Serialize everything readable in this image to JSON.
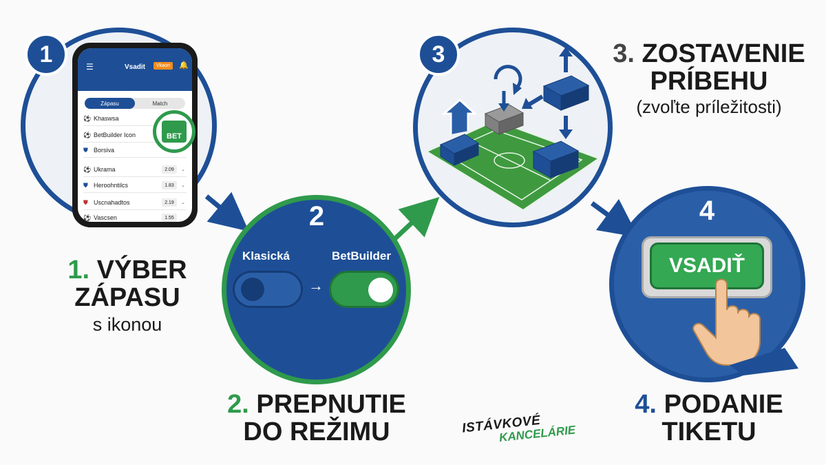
{
  "steps": [
    {
      "badge": "1",
      "title_num": "1.",
      "title_l1": "VÝBER",
      "title_l2": "ZÁPASU",
      "subtitle": "s ikonou"
    },
    {
      "badge": "2",
      "title_num": "2.",
      "title_l1": "PREPNUTIE",
      "title_l2": "DO REŽIMU"
    },
    {
      "badge": "3",
      "title_num": "3.",
      "title_l1": "ZOSTAVENIE",
      "title_l2": "PRÍBEHU",
      "subtitle": "(zvoľte príležitosti)"
    },
    {
      "badge": "4",
      "title_num": "4.",
      "title_l1": "PODANIE",
      "title_l2": "TIKETU"
    }
  ],
  "phone": {
    "header_title": "Vsadit",
    "header_button": "Vkaon",
    "tabs": [
      "Zápasu",
      "Match"
    ],
    "rows": [
      {
        "name": "Khaswsa",
        "odd": ""
      },
      {
        "name": "BetBuilder Icon",
        "odd": ""
      },
      {
        "name": "Borsiva",
        "odd": ""
      },
      {
        "name": "Ukrama",
        "odd": "2.09"
      },
      {
        "name": "Heroohntilcs",
        "odd": "1.83"
      },
      {
        "name": "Uscnahadtos",
        "odd": "2.19"
      },
      {
        "name": "Vascsen",
        "odd": "1.55"
      }
    ],
    "bet_badge": "BET"
  },
  "toggle": {
    "left_label": "Klasická",
    "right_label": "BetBuilder",
    "arrow": "→"
  },
  "cta": {
    "label": "VSADIŤ"
  },
  "logo": {
    "line1": "ISTÁVKOVÉ",
    "line2": "KANCELÁRIE"
  },
  "colors": {
    "blue": "#1e4f96",
    "green": "#2f9a4c",
    "orange": "#f08c1e"
  },
  "icons": [
    "menu-icon",
    "bell-icon",
    "soccer-ball-icon",
    "shield-icon",
    "refresh-icon",
    "hand-pointer-icon",
    "lego-brick-icon"
  ]
}
